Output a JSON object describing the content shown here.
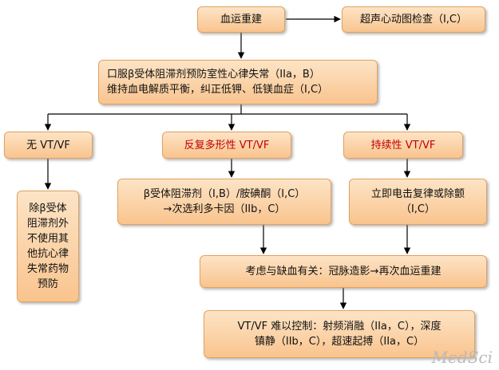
{
  "nodes": {
    "revascularization": "血运重建",
    "echocardiography": "超声心动图检查（I,C）",
    "beta_blocker_line1": "口服β受体阻滞剂预防室性心律失常（IIa，B）",
    "beta_blocker_line2": "维持血电解质平衡，纠正低钾、低镁血症（I,C）",
    "no_vt_vf": "无 VT/VF",
    "recurrent_polymorphic": "反复多形性 VT/VF",
    "sustained": "持续性 VT/VF",
    "no_vt_lines": [
      "除β受体",
      "阻滞剂外",
      "不使用其",
      "他抗心律",
      "失常药物",
      "预防"
    ],
    "drug_line1": "β受体阻滞剂（I,B）/胺碘酮（I,C）",
    "drug_line2": "→次选利多卡因（IIb，C）",
    "cardioversion_line1": "立即电击复律或除颤",
    "cardioversion_line2": "（I,C）",
    "ischemia": "考虑与缺血有关：冠脉造影→再次血运重建",
    "refractory_line1": "VT/VF 难以控制：射频消融（IIa，C），深度",
    "refractory_line2": "镇静（IIb，C），超速起搏（IIa，C）"
  },
  "watermark": "MedSci",
  "colors": {
    "box_fill_top": "#fde4c6",
    "box_fill_bottom": "#f9c48e",
    "box_border": "#e2a25f",
    "highlight_text": "#c00000",
    "arrow": "#000000"
  }
}
